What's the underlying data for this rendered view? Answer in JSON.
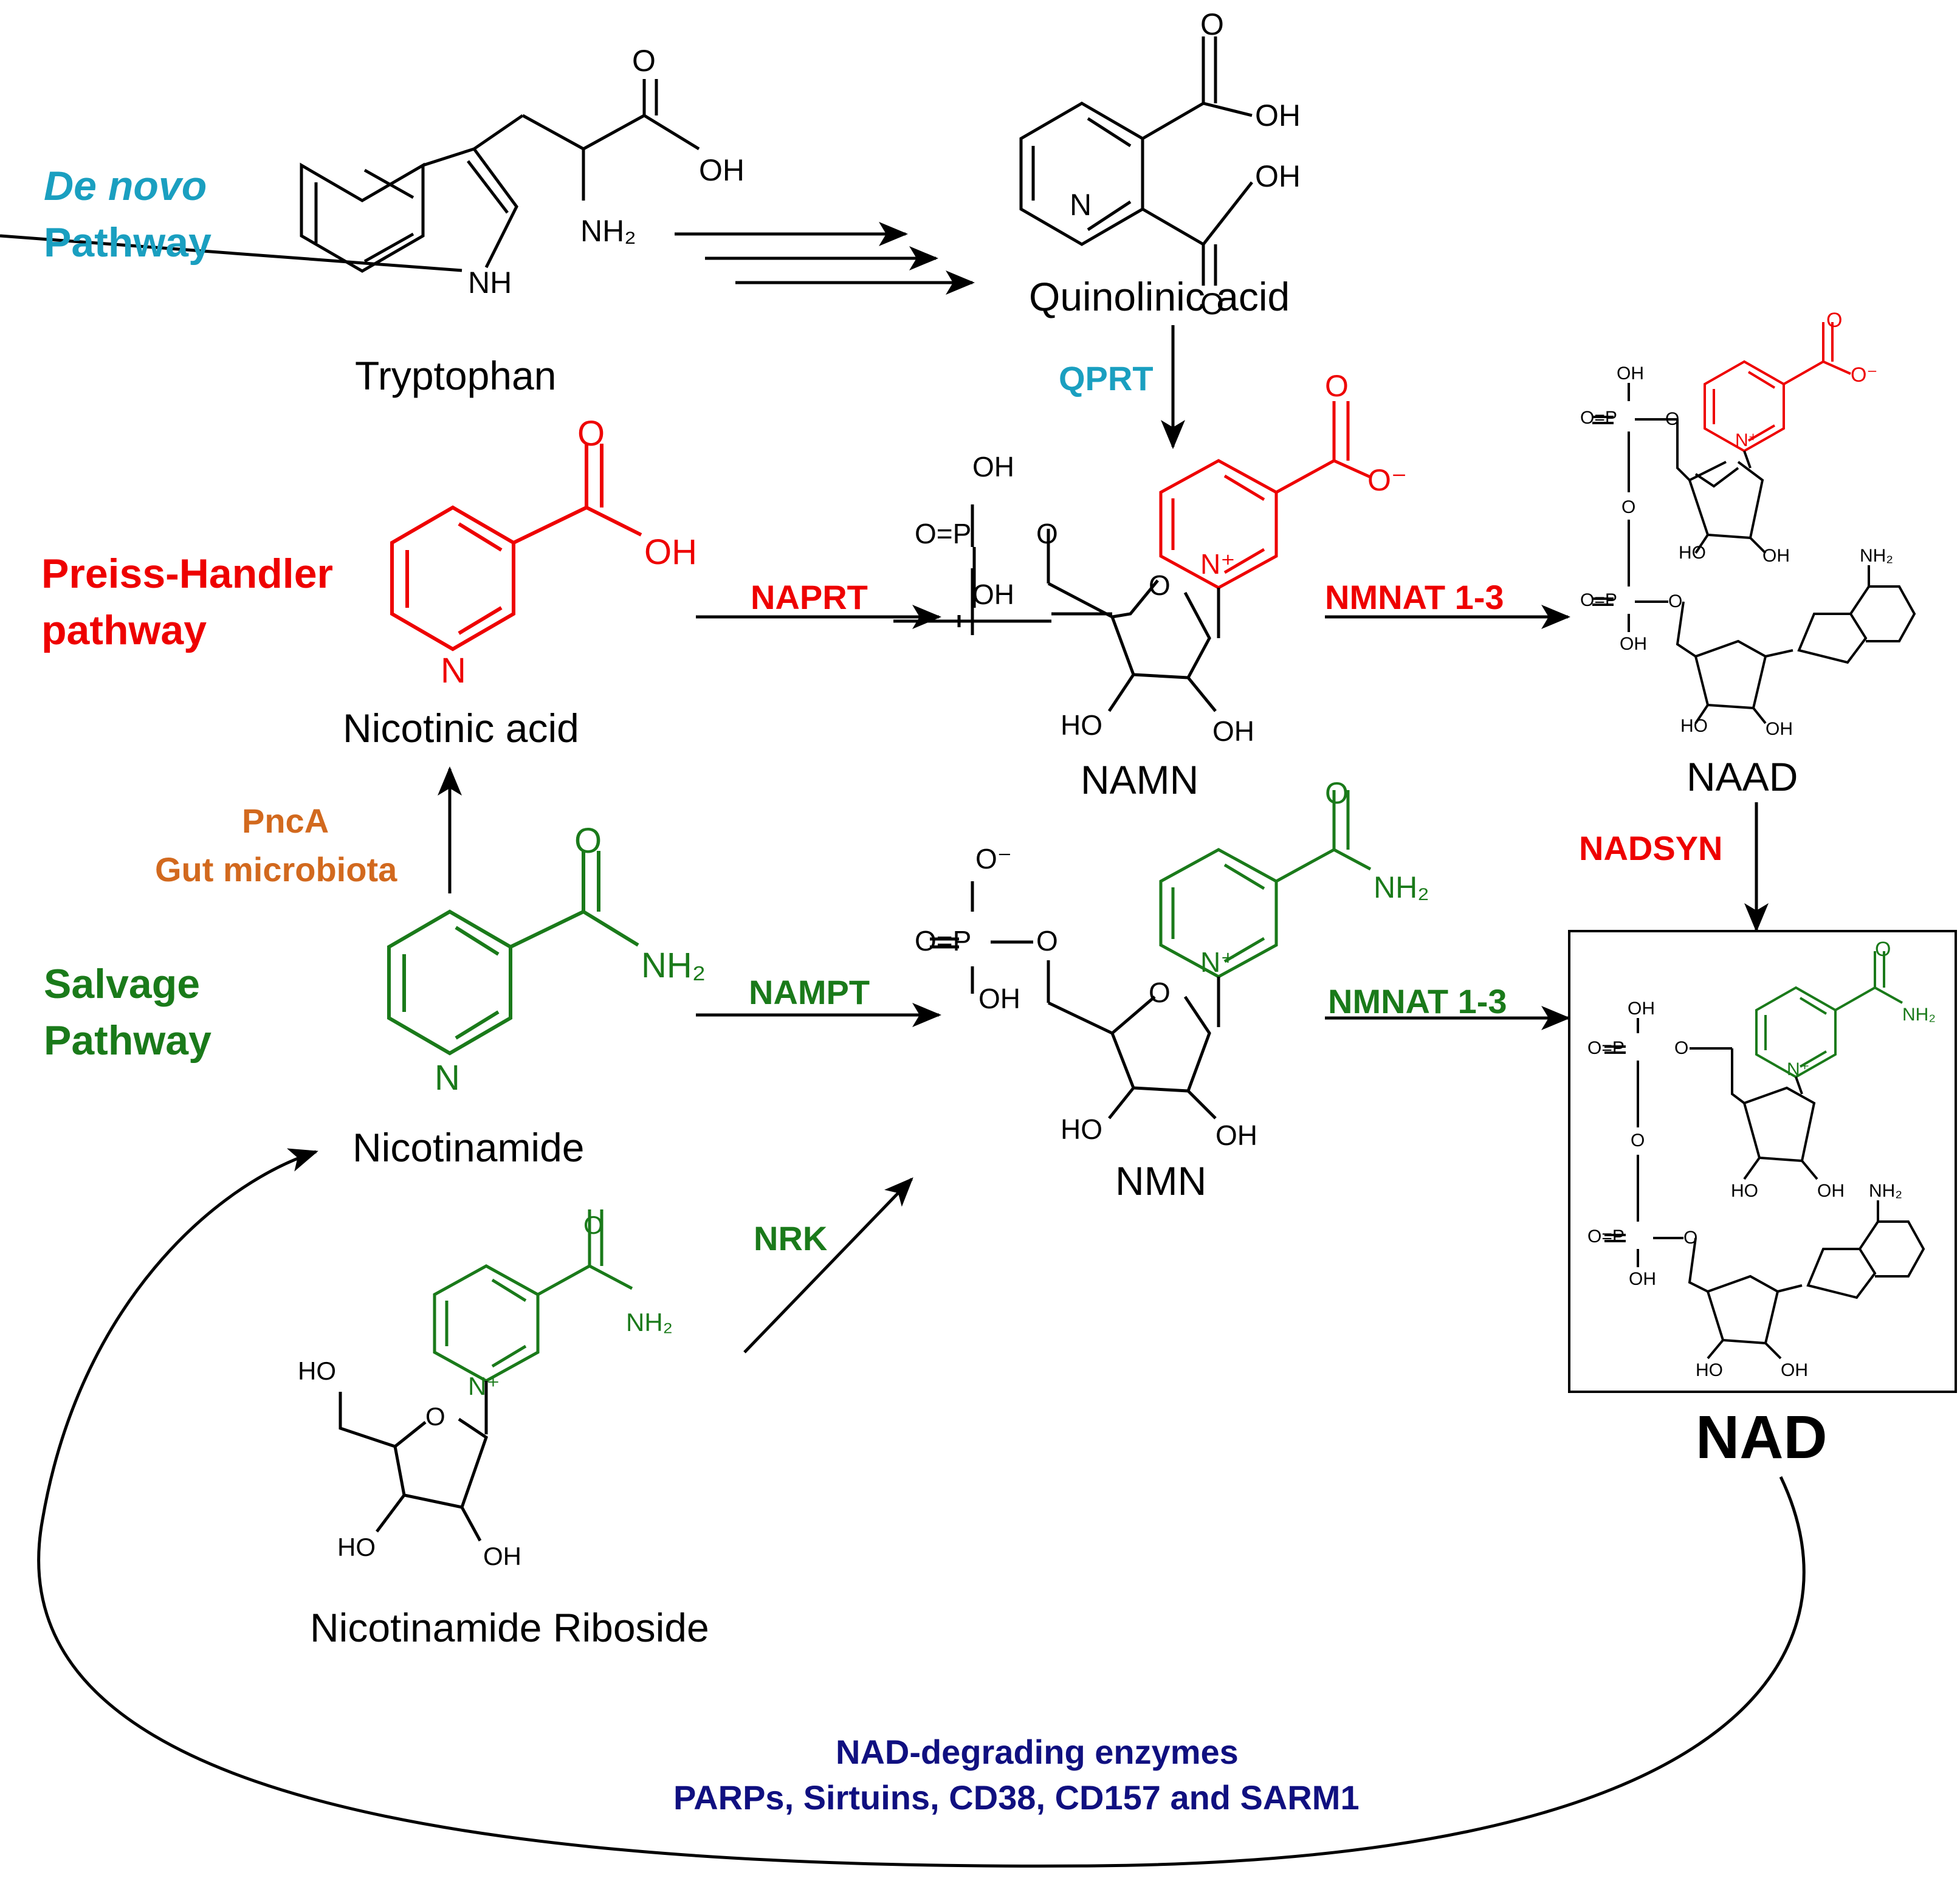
{
  "pathways": {
    "denovo": {
      "line1": "De novo",
      "line2": "Pathway"
    },
    "preiss": {
      "line1": "Preiss-Handler",
      "line2": "pathway"
    },
    "salvage": {
      "line1": "Salvage",
      "line2": "Pathway"
    }
  },
  "compounds": {
    "tryptophan": "Tryptophan",
    "quinolinic_acid": "Quinolinic acid",
    "nicotinic_acid": "Nicotinic acid",
    "nicotinamide": "Nicotinamide",
    "nicotinamide_riboside": "Nicotinamide Riboside",
    "namn": "NAMN",
    "nmn": "NMN",
    "naad": "NAAD",
    "nad": "NAD"
  },
  "enzymes": {
    "qprt": "QPRT",
    "naprt": "NAPRT",
    "nmnat_red": "NMNAT 1-3",
    "nadsyn": "NADSYN",
    "nampt": "NAMPT",
    "nmnat_green": "NMNAT 1-3",
    "nrk": "NRK",
    "pnca": "PncA",
    "gut_microbiota": "Gut microbiota"
  },
  "degradation": {
    "line1": "NAD-degrading enzymes",
    "line2": "PARPs, Sirtuins, CD38, CD157 and SARM1"
  },
  "atoms": {
    "O": "O",
    "OH": "OH",
    "HO": "HO",
    "N": "N",
    "NH": "NH",
    "NH2": "NH₂",
    "N_plus": "N⁺",
    "O_minus": "O⁻",
    "O_eq_P": "O=P"
  },
  "colors": {
    "denovo": "#1a9fc0",
    "preiss_handler": "#ee0000",
    "salvage": "#1a7a1a",
    "pnca": "#d2691e",
    "degradation": "#101080"
  }
}
